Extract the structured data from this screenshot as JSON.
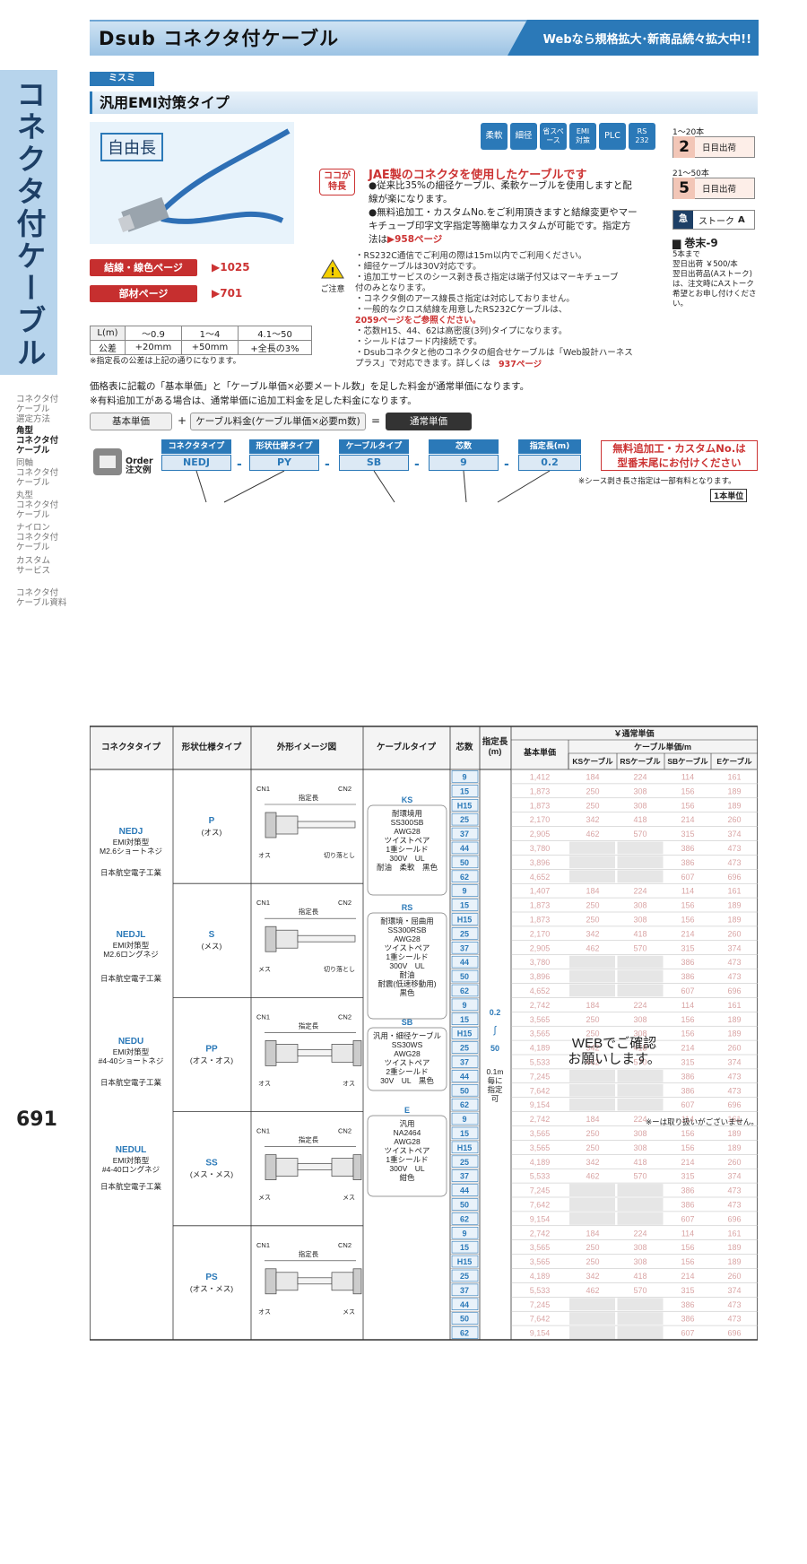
{
  "header": {
    "title": "Dsub コネクタ付ケーブル",
    "web_promo": "Webなら規格拡大･新商品続々拡大中!!",
    "brand": "ミスミ",
    "subtitle": "汎用EMI対策タイプ",
    "page_number": "691"
  },
  "side": {
    "title": "コネクタ付ケーブル",
    "nav": [
      {
        "label": "コネクタ付\nケーブル\n選定方法",
        "active": false
      },
      {
        "label": "角型\nコネクタ付\nケーブル",
        "active": true
      },
      {
        "label": "同軸\nコネクタ付\nケーブル",
        "active": false
      },
      {
        "label": "丸型\nコネクタ付\nケーブル",
        "active": false
      },
      {
        "label": "ナイロン\nコネクタ付\nケーブル",
        "active": false
      },
      {
        "label": "カスタム\nサービス",
        "active": false
      },
      {
        "label": "コネクタ付\nケーブル資料",
        "active": false
      }
    ]
  },
  "product": {
    "free_length": "自由長",
    "tags": [
      "柔軟",
      "細径",
      "省スペース",
      "EMI\n対策",
      "PLC",
      "RS\n232"
    ],
    "shipping": [
      {
        "range": "1～20本",
        "days": "2",
        "unit": "日目出荷"
      },
      {
        "range": "21～50本",
        "days": "5",
        "unit": "日目出荷"
      }
    ],
    "stroke_label": "ストーク",
    "stroke_value": "A",
    "kanmatsu": "巻末-9",
    "express": "5本まで\n翌日出荷 ￥500/本\n翌日出荷品(Aストーク)は、注文時にAストーク希望とお申し付けください。"
  },
  "feature": {
    "badge": "ココが\n特長",
    "headline": "JAE製のコネクタを使用したケーブルです",
    "bullets": [
      "●従来比35%の細径ケーブル、柔軟ケーブルを使用しますと配線が楽になります。",
      "●無料追加工・カスタムNo.をご利用頂きますと結線変更やマーキチューブ印字文字指定等簡単なカスタムが可能です。指定方法は"
    ],
    "bullet_link": "958ページ"
  },
  "pages": [
    {
      "label": "結線・線色ページ",
      "ref": "1025"
    },
    {
      "label": "部材ページ",
      "ref": "701"
    }
  ],
  "caution": {
    "label": "ご注意",
    "notes": [
      "・RS232C通信でご利用の際は15m以内でご利用ください。",
      "・細径ケーブルは30V対応です。",
      "・追加工サービスのシース剥き長さ指定は端子付又はマーキチューブ付のみとなります。",
      "・コネクタ側のアース線長さ指定は対応しておりません。",
      "・一般的なクロス結線を用意したRS232Cケーブルは、",
      "2059ページをご参照ください。",
      "・芯数H15、44、62は高密度(3列)タイプになります。",
      "・シールドはフード内接続です。",
      "・Dsubコネクタと他のコネクタの組合せケーブルは「Web設計ハーネスプラス」で対応できます。詳しくは",
      "937ページ"
    ]
  },
  "tolerance": {
    "rows": [
      [
        "L(m)",
        "～0.9",
        "1～4",
        "4.1～50"
      ],
      [
        "公差",
        "+20mm",
        "+50mm",
        "+全長の3%"
      ]
    ],
    "note": "※指定長の公差は上記の通りになります。"
  },
  "pricing": {
    "note1": "価格表に記載の「基本単価」と「ケーブル単価×必要メートル数」を足した料金が通常単価になります。",
    "note2": "※有料追加工がある場合は、通常単価に追加工料金を足した料金になります。",
    "formula": [
      "基本単価",
      "+",
      "ケーブル料金(ケーブル単価×必要m数)",
      "=",
      "通常単価"
    ]
  },
  "order": {
    "label": "Order\n注文例",
    "heads": [
      "コネクタタイプ",
      "形状仕様タイプ",
      "ケーブルタイプ",
      "芯数",
      "指定長(m)"
    ],
    "values": [
      "NEDJ",
      "PY",
      "SB",
      "9",
      "0.2"
    ],
    "free_note": "無料追加工・カスタムNo.は\n型番末尾にお付けください",
    "sheath_note": "※シース剥き長さ指定は一部有料となります。",
    "unit": "1本単位"
  },
  "table": {
    "headers": {
      "connector": "コネクタタイプ",
      "shape": "形状仕様タイプ",
      "image": "外形イメージ図",
      "cable": "ケーブルタイプ",
      "cores": "芯数",
      "length": "指定長\n(m)",
      "price": "￥通常単価",
      "base": "基本単価",
      "cable_price": "ケーブル単価/m",
      "ks": "KSケーブル",
      "rs": "RSケーブル",
      "sb": "SBケーブル",
      "e": "Eケーブル"
    },
    "connectors": [
      {
        "code": "NEDJ",
        "desc": "EMI対策型\nM2.6ショートネジ"
      },
      {
        "code": "NEDJL",
        "desc": "EMI対策型\nM2.6ロングネジ"
      },
      {
        "code": "NEDU",
        "desc": "EMI対策型\n#4-40ショートネジ"
      },
      {
        "code": "NEDUL",
        "desc": "EMI対策型\n#4-40ロングネジ"
      }
    ],
    "maker": "日本航空電子工業",
    "shapes": [
      {
        "code": "P",
        "desc": "(オス)",
        "cn1": "CN1",
        "cn2": "CN2",
        "len": "指定長",
        "l": "オス",
        "r": "切り落とし"
      },
      {
        "code": "S",
        "desc": "(メス)",
        "cn1": "CN1",
        "cn2": "CN2",
        "len": "指定長",
        "l": "メス",
        "r": "切り落とし"
      },
      {
        "code": "PP",
        "desc": "(オス・オス)",
        "cn1": "CN1",
        "cn2": "CN2",
        "len": "指定長",
        "l": "オス",
        "r": "オス"
      },
      {
        "code": "SS",
        "desc": "(メス・メス)",
        "cn1": "CN1",
        "cn2": "CN2",
        "len": "指定長",
        "l": "メス",
        "r": "メス"
      },
      {
        "code": "PS",
        "desc": "(オス・メス)",
        "cn1": "CN1",
        "cn2": "CN2",
        "len": "指定長",
        "l": "オス",
        "r": "メス"
      }
    ],
    "cables": [
      {
        "code": "KS",
        "desc": "耐環境用\nSS300SB\nAWG28\nツイストペア\n1重シールド\n300V　UL\n耐油　柔軟　黒色"
      },
      {
        "code": "RS",
        "desc": "耐環境・屈曲用\nSS300RSB\nAWG28\nツイストペア\n1重シールド\n300V　UL\n耐油\n耐震(低速移動用)\n黒色"
      },
      {
        "code": "SB",
        "desc": "汎用・細径ケーブル\nSS30WS\nAWG28\nツイストペア\n2重シールド\n30V　UL　黒色"
      },
      {
        "code": "E",
        "desc": "汎用\nNA2464\nAWG28\nツイストペア\n1重シールド\n300V　UL\n紺色"
      }
    ],
    "cores": [
      "9",
      "15",
      "H15",
      "25",
      "37",
      "44",
      "50",
      "62"
    ],
    "length_range": [
      "0.2",
      "∫",
      "50"
    ],
    "length_note": "0.1m\n毎に\n指定\n可",
    "prices": [
      [
        [
          "1,412",
          "184",
          "224",
          "114",
          "161"
        ],
        [
          "1,873",
          "250",
          "308",
          "156",
          "189"
        ],
        [
          "1,873",
          "250",
          "308",
          "156",
          "189"
        ],
        [
          "2,170",
          "342",
          "418",
          "214",
          "260"
        ],
        [
          "2,905",
          "462",
          "570",
          "315",
          "374"
        ],
        [
          "3,780",
          "",
          "",
          "386",
          "473"
        ],
        [
          "3,896",
          "",
          "",
          "386",
          "473"
        ],
        [
          "4,652",
          "",
          "",
          "607",
          "696"
        ]
      ],
      [
        [
          "1,407",
          "184",
          "224",
          "114",
          "161"
        ],
        [
          "1,873",
          "250",
          "308",
          "156",
          "189"
        ],
        [
          "1,873",
          "250",
          "308",
          "156",
          "189"
        ],
        [
          "2,170",
          "342",
          "418",
          "214",
          "260"
        ],
        [
          "2,905",
          "462",
          "570",
          "315",
          "374"
        ],
        [
          "3,780",
          "",
          "",
          "386",
          "473"
        ],
        [
          "3,896",
          "",
          "",
          "386",
          "473"
        ],
        [
          "4,652",
          "",
          "",
          "607",
          "696"
        ]
      ],
      [
        [
          "2,742",
          "184",
          "224",
          "114",
          "161"
        ],
        [
          "3,565",
          "250",
          "308",
          "156",
          "189"
        ],
        [
          "3,565",
          "250",
          "308",
          "156",
          "189"
        ],
        [
          "4,189",
          "342",
          "418",
          "214",
          "260"
        ],
        [
          "5,533",
          "462",
          "570",
          "315",
          "374"
        ],
        [
          "7,245",
          "",
          "",
          "386",
          "473"
        ],
        [
          "7,642",
          "",
          "",
          "386",
          "473"
        ],
        [
          "9,154",
          "",
          "",
          "607",
          "696"
        ]
      ],
      [
        [
          "2,742",
          "184",
          "224",
          "114",
          "161"
        ],
        [
          "3,565",
          "250",
          "308",
          "156",
          "189"
        ],
        [
          "3,565",
          "250",
          "308",
          "156",
          "189"
        ],
        [
          "4,189",
          "342",
          "418",
          "214",
          "260"
        ],
        [
          "5,533",
          "462",
          "570",
          "315",
          "374"
        ],
        [
          "7,245",
          "",
          "",
          "386",
          "473"
        ],
        [
          "7,642",
          "",
          "",
          "386",
          "473"
        ],
        [
          "9,154",
          "",
          "",
          "607",
          "696"
        ]
      ],
      [
        [
          "2,742",
          "184",
          "224",
          "114",
          "161"
        ],
        [
          "3,565",
          "250",
          "308",
          "156",
          "189"
        ],
        [
          "3,565",
          "250",
          "308",
          "156",
          "189"
        ],
        [
          "4,189",
          "342",
          "418",
          "214",
          "260"
        ],
        [
          "5,533",
          "462",
          "570",
          "315",
          "374"
        ],
        [
          "7,245",
          "",
          "",
          "386",
          "473"
        ],
        [
          "7,642",
          "",
          "",
          "386",
          "473"
        ],
        [
          "9,154",
          "",
          "",
          "607",
          "696"
        ]
      ]
    ],
    "web_confirm": "WEBでご確認\nお願いします。"
  },
  "bottom_note": "※ーは取り扱いがございません。",
  "colors": {
    "accent": "#2b79b8",
    "red": "#c62f2f"
  }
}
